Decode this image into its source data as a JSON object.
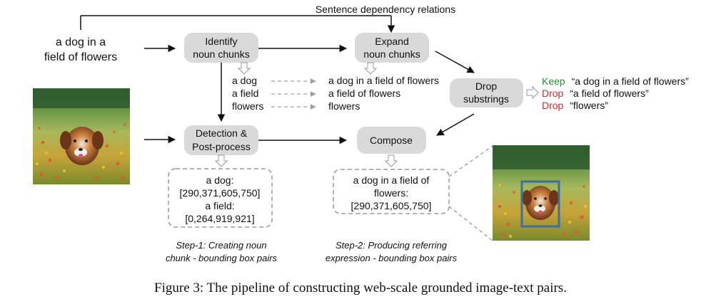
{
  "header": {
    "dependency_label": "Sentence dependency relations"
  },
  "input": {
    "caption_line1": "a dog in a",
    "caption_line2": "field of flowers"
  },
  "steps": {
    "identify": {
      "line1": "Identify",
      "line2": "noun chunks"
    },
    "expand": {
      "line1": "Expand",
      "line2": "noun chunks"
    },
    "drop": {
      "line1": "Drop",
      "line2": "substrings"
    },
    "detection": {
      "line1": "Detection &",
      "line2": "Post-process"
    },
    "compose": {
      "label": "Compose"
    }
  },
  "noun_chunks": [
    "a dog",
    "a field",
    "flowers"
  ],
  "expanded_chunks": [
    "a dog in a field of flowers",
    "a field of flowers",
    "flowers"
  ],
  "drop_results": [
    {
      "action": "Keep",
      "text": "“a dog in a field of flowers”"
    },
    {
      "action": "Drop",
      "text": "“a field of flowers”"
    },
    {
      "action": "Drop",
      "text": "“flowers”"
    }
  ],
  "detection_output": {
    "line1": "a dog:",
    "line2": "[290,371,605,750]",
    "line3": "a field:",
    "line4": "[0,264,919,921]"
  },
  "compose_output": {
    "line1": "a dog in a field of",
    "line2": "flowers:",
    "line3": "[290,371,605,750]"
  },
  "step_labels": {
    "step1_line1": "Step-1: Creating noun",
    "step1_line2": "chunk - bounding box pairs",
    "step2_line1": "Step-2: Producing referring",
    "step2_line2": "expression - bounding box pairs"
  },
  "figure_caption": "Figure 3: The pipeline of constructing web-scale grounded image-text pairs.",
  "colors": {
    "box_fill": "#d9d9d9",
    "keep": "#2e8b3e",
    "drop": "#d42b2b",
    "bbox": "#3a6ea5",
    "dashed": "#9a9a9a"
  }
}
